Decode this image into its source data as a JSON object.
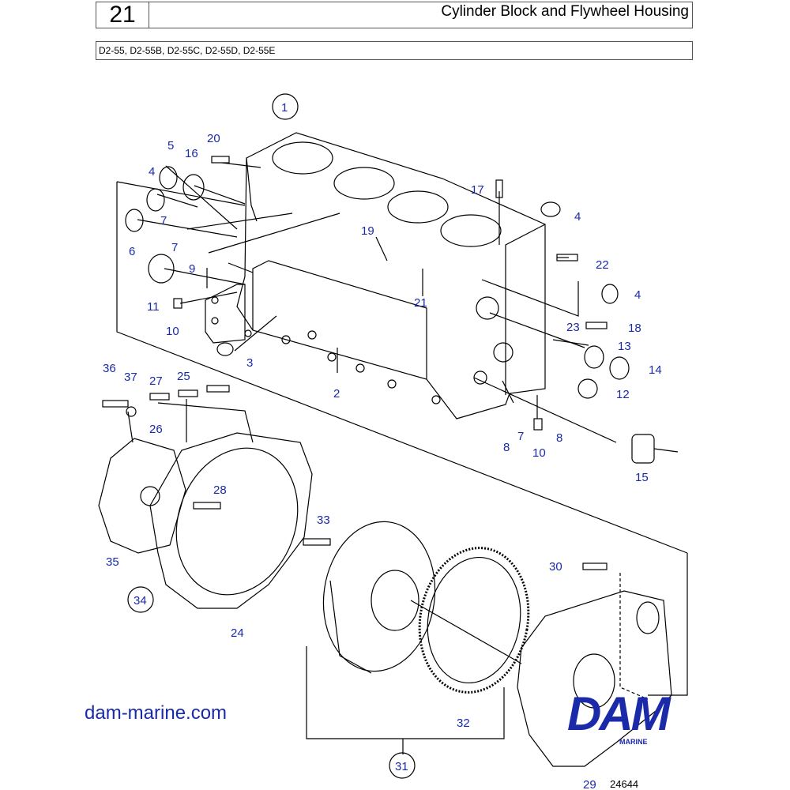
{
  "header": {
    "page_number": "21",
    "title": "Cylinder Block and Flywheel Housing",
    "models": "D2-55, D2-55B, D2-55C, D2-55D, D2-55E"
  },
  "callouts": {
    "c1": "1",
    "c2": "2",
    "c3": "3",
    "c4a": "4",
    "c4b": "4",
    "c4c": "4",
    "c5": "5",
    "c6": "6",
    "c7a": "7",
    "c7b": "7",
    "c7c": "7",
    "c8a": "8",
    "c8b": "8",
    "c9": "9",
    "c10a": "10",
    "c10b": "10",
    "c11": "11",
    "c12": "12",
    "c13": "13",
    "c14": "14",
    "c15": "15",
    "c16": "16",
    "c17": "17",
    "c18": "18",
    "c19": "19",
    "c20": "20",
    "c21": "21",
    "c22": "22",
    "c23": "23",
    "c24": "24",
    "c25": "25",
    "c26": "26",
    "c27": "27",
    "c28": "28",
    "c29": "29",
    "c30": "30",
    "c31": "31",
    "c32": "32",
    "c33": "33",
    "c34": "34",
    "c35": "35",
    "c36": "36",
    "c37": "37"
  },
  "footer": {
    "website": "dam-marine.com",
    "figure_id": "24644",
    "logo_text": "DAM",
    "logo_sub": "MARINE"
  },
  "colors": {
    "callout": "#1a2aa8",
    "line": "#000000"
  }
}
